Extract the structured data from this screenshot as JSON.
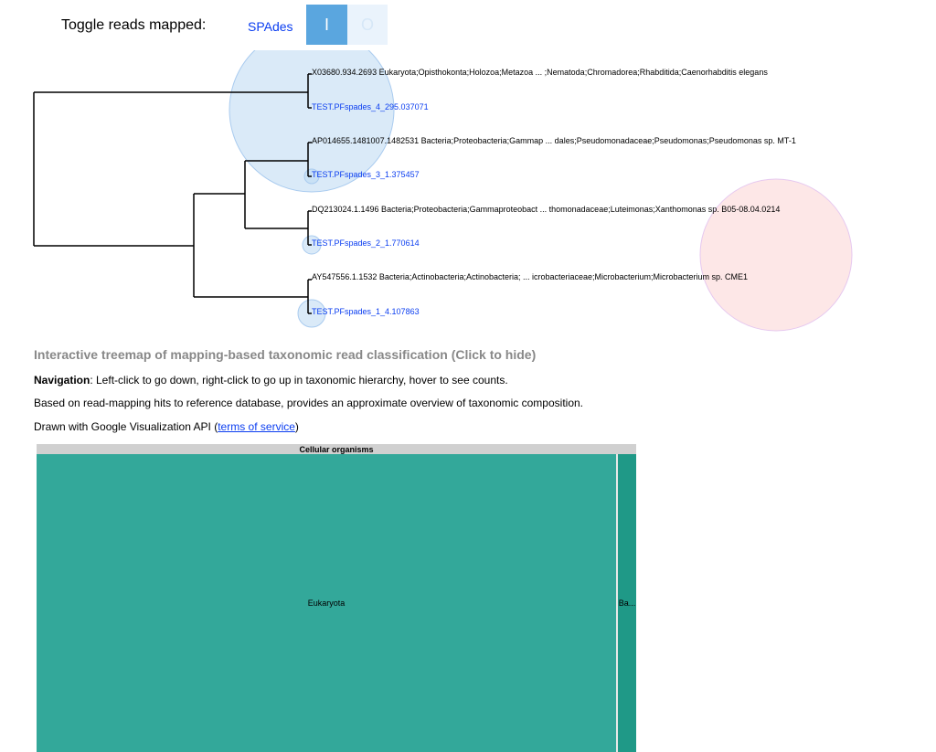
{
  "toggle": {
    "label": "Toggle reads mapped:",
    "option": "SPAdes",
    "on_label": "I",
    "off_label": "O"
  },
  "tree": {
    "leaves": [
      {
        "text": "X03680.934.2693 Eukaryota;Opisthokonta;Holozoa;Metazoa ... ;Nematoda;Chromadorea;Rhabditida;Caenorhabditis elegans",
        "kind": "ref"
      },
      {
        "text": "TEST.PFspades_4_295.037071",
        "kind": "test"
      },
      {
        "text": "AP014655.1481007.1482531 Bacteria;Proteobacteria;Gammap ... dales;Pseudomonadaceae;Pseudomonas;Pseudomonas sp. MT-1",
        "kind": "ref"
      },
      {
        "text": "TEST.PFspades_3_1.375457",
        "kind": "test"
      },
      {
        "text": "DQ213024.1.1496 Bacteria;Proteobacteria;Gammaproteobact ... thomonadaceae;Luteimonas;Xanthomonas sp. B05-08.04.0214",
        "kind": "ref"
      },
      {
        "text": "TEST.PFspades_2_1.770614",
        "kind": "test"
      },
      {
        "text": "AY547556.1.1532 Bacteria;Actinobacteria;Actinobacteria; ... icrobacteriaceae;Microbacterium;Microbacterium sp. CME1",
        "kind": "ref"
      },
      {
        "text": "TEST.PFspades_1_4.107863",
        "kind": "test"
      }
    ],
    "colors": {
      "test_label": "#0a3df0",
      "blue_bubble": "#bcd8f2",
      "red_bubble": "#fbd4d4"
    }
  },
  "treemap_section": {
    "title": "Interactive treemap of mapping-based taxonomic read classification (Click to hide)",
    "nav_bold": "Navigation",
    "nav_text": ": Left-click to go down, right-click to go up in taxonomic hierarchy, hover to see counts.",
    "based_text": "Based on read-mapping hits to reference database, provides an approximate overview of taxonomic composition.",
    "drawn_prefix": "Drawn with Google Visualization API (",
    "drawn_link": "terms of service",
    "drawn_suffix": ")"
  },
  "treemap": {
    "root": "Cellular organisms",
    "cells": [
      {
        "label": "Eukaryota",
        "color": "#33a89a"
      },
      {
        "label": "Ba...",
        "color": "#1f9987"
      }
    ]
  }
}
